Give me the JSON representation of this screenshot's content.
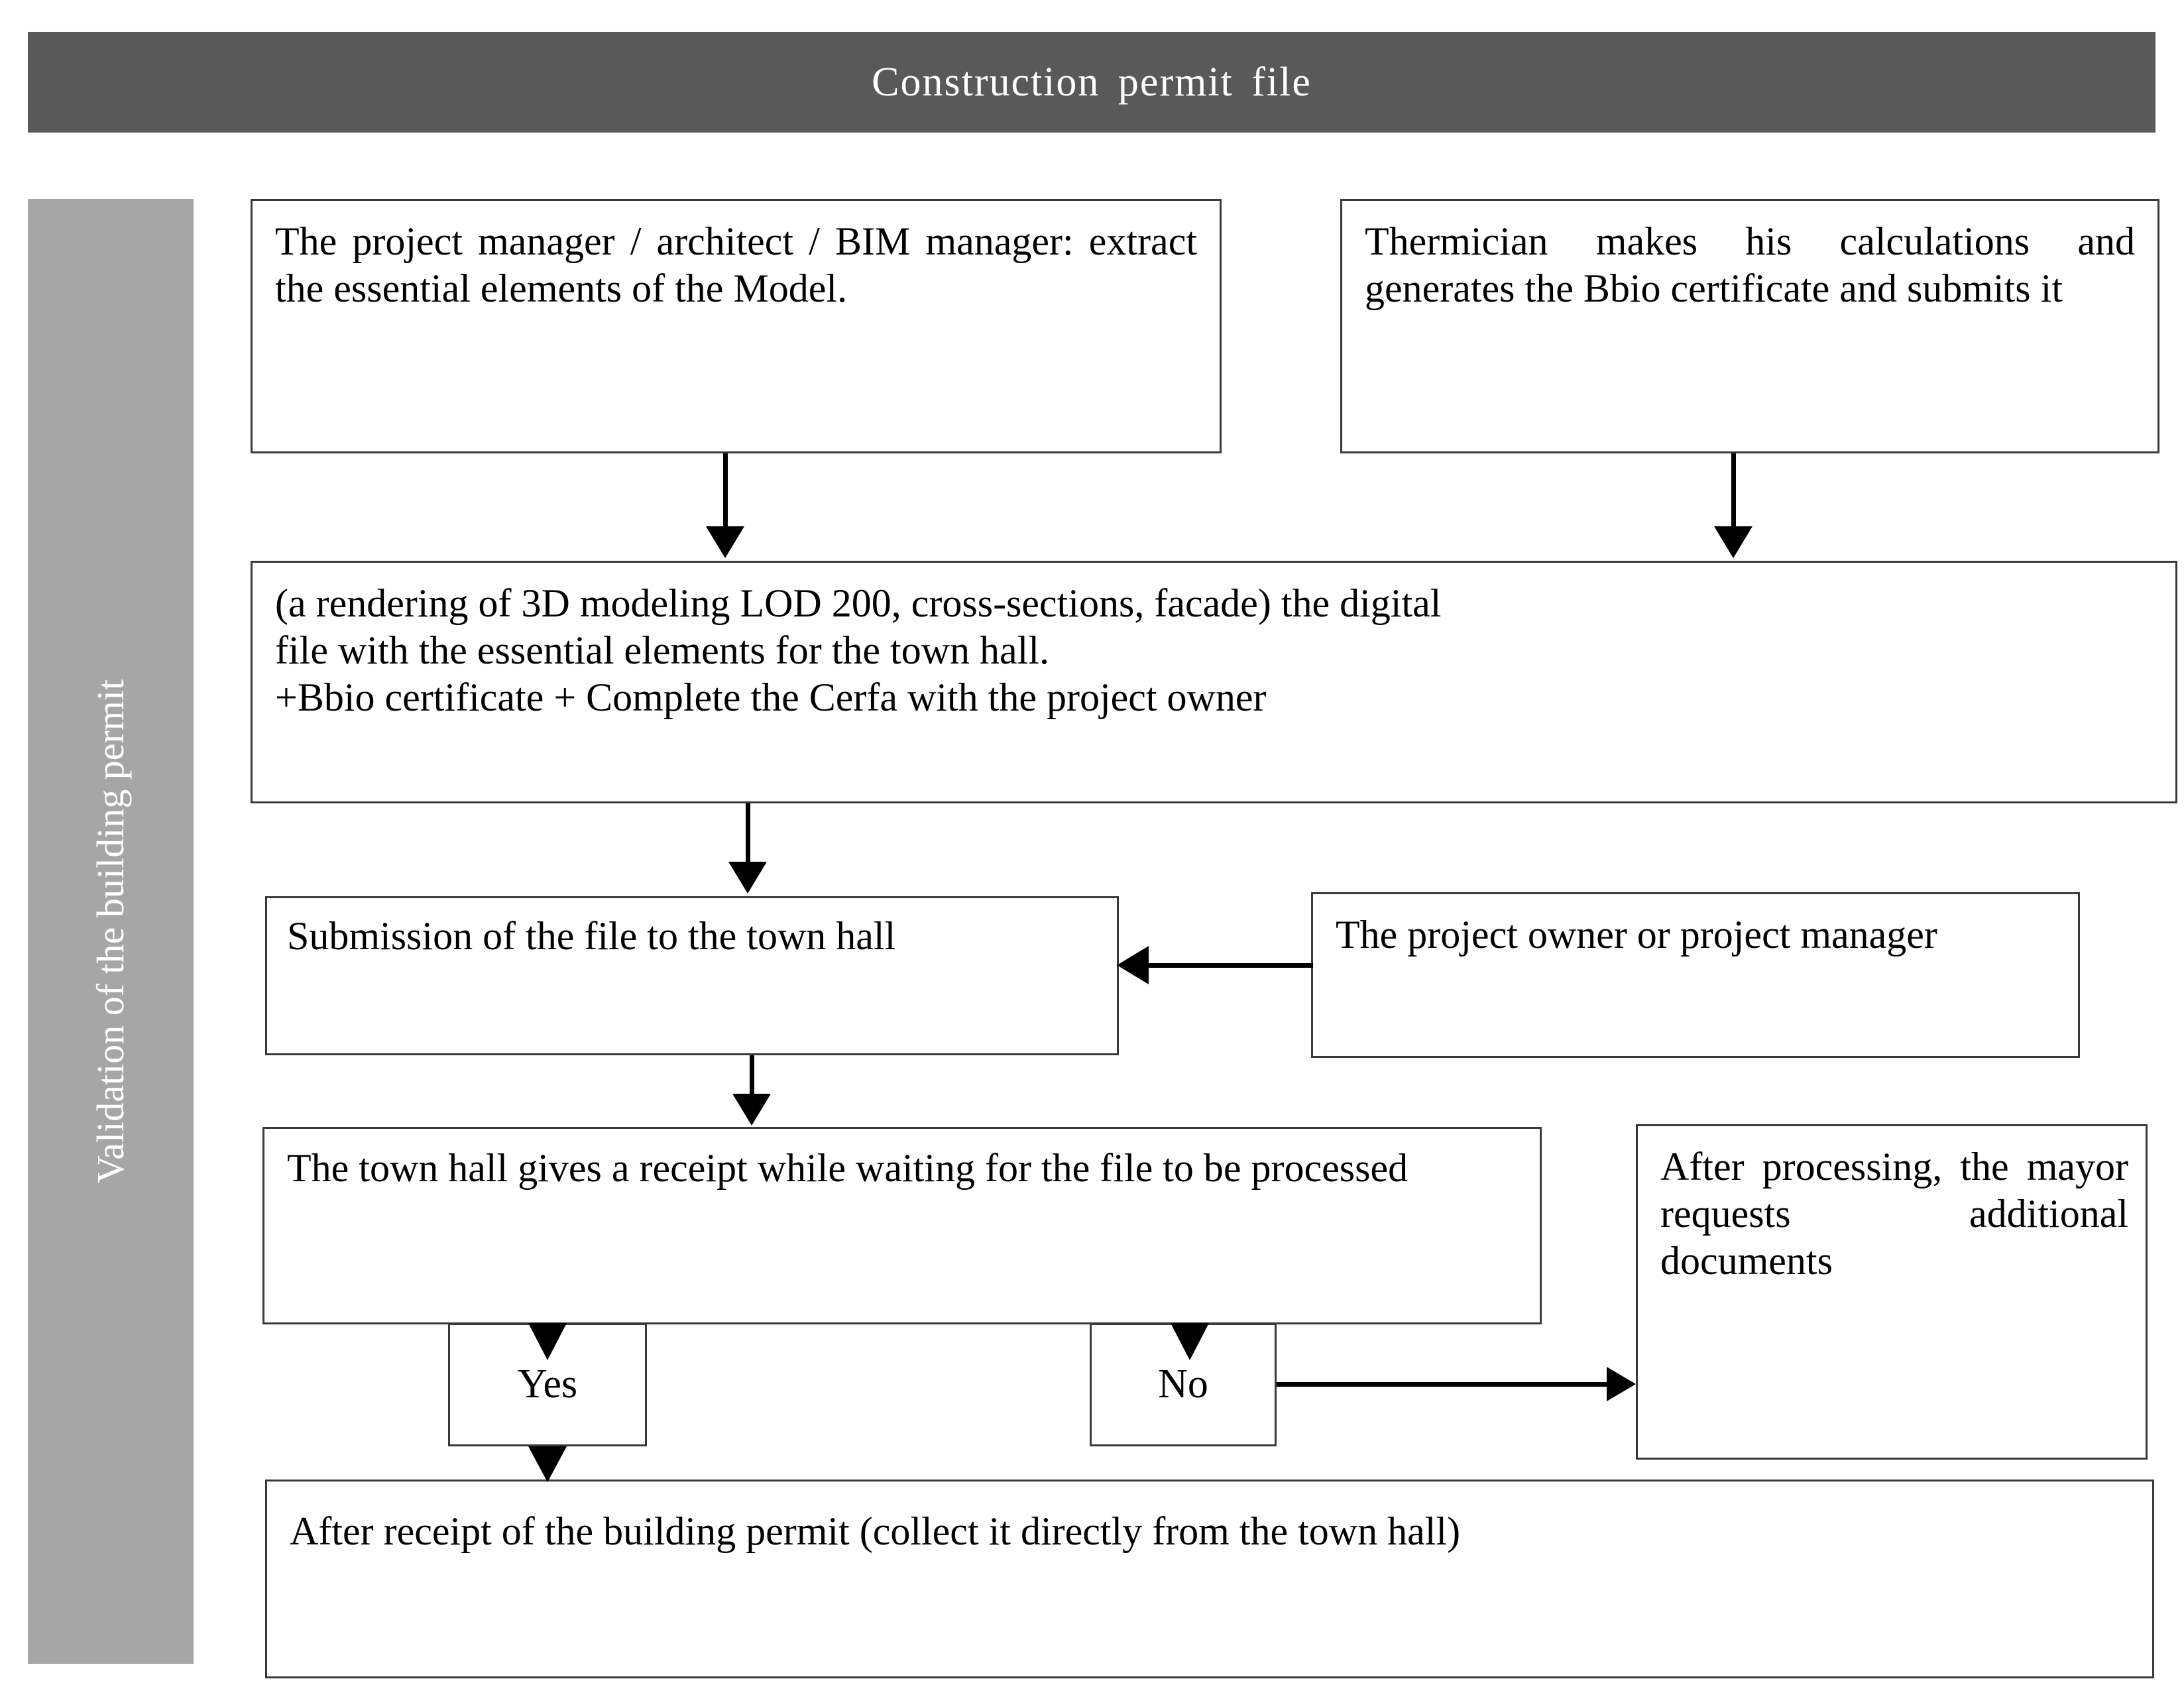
{
  "header": {
    "title": "Construction permit file",
    "background_color": "#595959",
    "text_color": "#ffffff"
  },
  "lane": {
    "label": "Validation of the building permit",
    "background_color": "#a6a6a6",
    "text_color": "#ffffff",
    "orientation": "vertical-bottom-to-top"
  },
  "diagram": {
    "type": "flowchart",
    "border_color": "#3a3a3a",
    "box_fill": "#ffffff",
    "connector_color": "#000000",
    "nodes": [
      {
        "id": "project-manager",
        "text": "The project manager / architect / BIM manager: extract the essential elements of the Model.",
        "align": "justify"
      },
      {
        "id": "thermician",
        "text": "Thermician makes his calculations and generates the Bbio certificate and submits it",
        "align": "justify"
      },
      {
        "id": "digital-file",
        "line1": "(a rendering of 3D modeling LOD 200, cross-sections, facade) the digital",
        "line2": "file with the essential elements for the town hall.",
        "line3": "+Bbio certificate + Complete the Cerfa with the project owner",
        "align": "left"
      },
      {
        "id": "submission",
        "text": "Submission of the file to the town hall",
        "align": "justify"
      },
      {
        "id": "owner-manager",
        "text": "The project owner or project manager",
        "align": "justify"
      },
      {
        "id": "receipt",
        "text": "The town hall gives a receipt while waiting for the file to be processed",
        "align": "left"
      },
      {
        "id": "after-processing",
        "text": "After processing, the mayor requests additional documents",
        "align": "justify"
      },
      {
        "id": "yes",
        "text": "Yes",
        "align": "center"
      },
      {
        "id": "no",
        "text": "No",
        "align": "center"
      },
      {
        "id": "final",
        "text": "After receipt of the building permit (collect it directly from the town hall)",
        "align": "left"
      }
    ],
    "edges": [
      {
        "from": "project-manager",
        "to": "digital-file",
        "direction": "down"
      },
      {
        "from": "thermician",
        "to": "digital-file",
        "direction": "down"
      },
      {
        "from": "digital-file",
        "to": "submission",
        "direction": "down"
      },
      {
        "from": "owner-manager",
        "to": "submission",
        "direction": "left"
      },
      {
        "from": "submission",
        "to": "receipt",
        "direction": "down"
      },
      {
        "from": "receipt",
        "to": "yes",
        "direction": "down"
      },
      {
        "from": "receipt",
        "to": "no",
        "direction": "down"
      },
      {
        "from": "no",
        "to": "after-processing",
        "direction": "right"
      },
      {
        "from": "yes",
        "to": "final",
        "direction": "down"
      }
    ]
  }
}
